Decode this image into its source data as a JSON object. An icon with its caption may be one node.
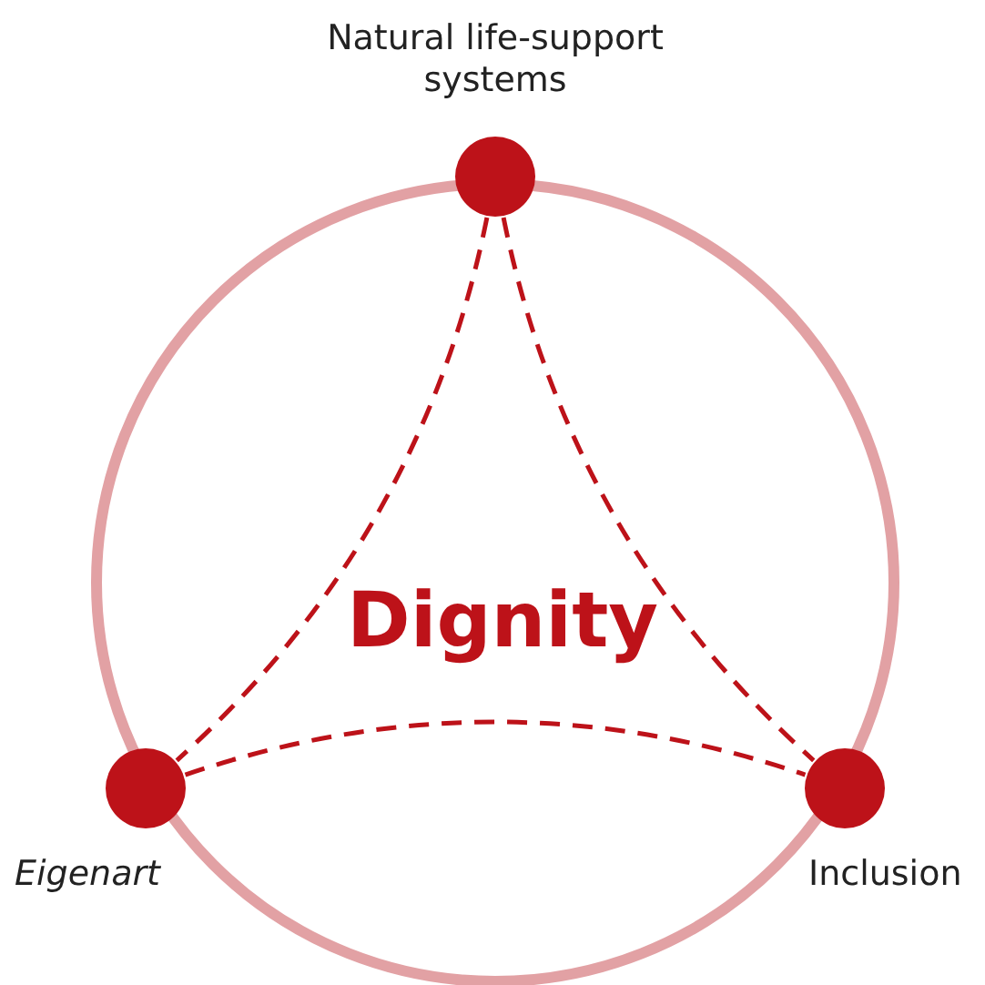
{
  "diagram": {
    "nodes": [
      {
        "text": [],
        "shape": "circle",
        "beside": [
          "Natural life-support systems"
        ]
      },
      {
        "text": [],
        "shape": "circle",
        "beside": [
          "Eigenart"
        ]
      },
      {
        "text": [],
        "shape": "circle",
        "beside": [
          "Inclusion"
        ]
      }
    ],
    "edges": [
      {
        "from": 0,
        "to": 1,
        "arrow": "none",
        "style": "dashed"
      },
      {
        "from": 0,
        "to": 2,
        "arrow": "none",
        "style": "dashed"
      },
      {
        "from": 1,
        "to": 2,
        "arrow": "none",
        "style": "dashed"
      }
    ],
    "labels": [
      "Dignity"
    ]
  }
}
